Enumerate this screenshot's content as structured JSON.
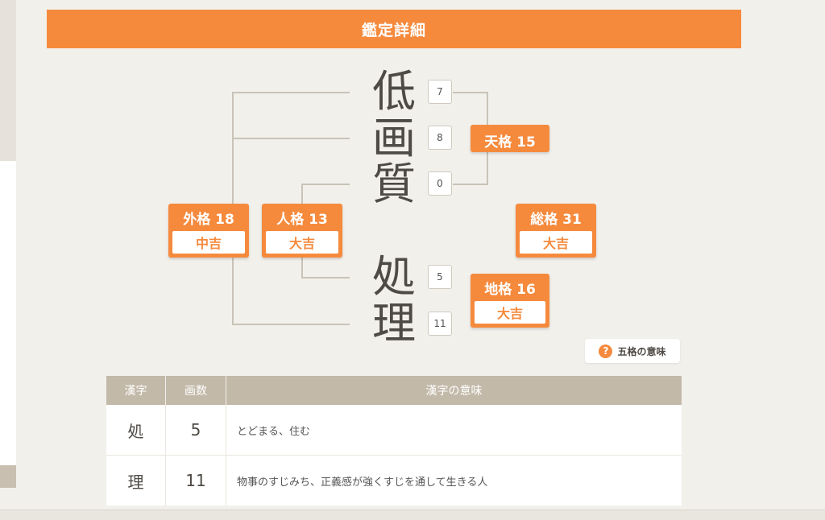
{
  "header": {
    "title": "鑑定詳細"
  },
  "name": {
    "surname": [
      "低",
      "画",
      "質"
    ],
    "given": [
      "処",
      "理"
    ],
    "strokes": [
      "7",
      "8",
      "0",
      "5",
      "11"
    ]
  },
  "fortune": {
    "tenkaku": {
      "label": "天格 15"
    },
    "jinkaku": {
      "label": "人格 13",
      "result": "大吉"
    },
    "gaikaku": {
      "label": "外格 18",
      "result": "中吉"
    },
    "soukaku": {
      "label": "総格 31",
      "result": "大吉"
    },
    "chikaku": {
      "label": "地格 16",
      "result": "大吉"
    }
  },
  "help": {
    "icon": "question-icon",
    "glyph": "?",
    "label": "五格の意味"
  },
  "table": {
    "headers": [
      "漢字",
      "画数",
      "漢字の意味"
    ],
    "rows": [
      {
        "kanji": "処",
        "count": "5",
        "meaning": "とどまる、住む"
      },
      {
        "kanji": "理",
        "count": "11",
        "meaning": "物事のすじみち、正義感が強くすじを通して生きる人"
      }
    ]
  },
  "colors": {
    "accent": "#f58a3d",
    "table_header": "#c3b9a9",
    "background": "#f2f0eb"
  }
}
